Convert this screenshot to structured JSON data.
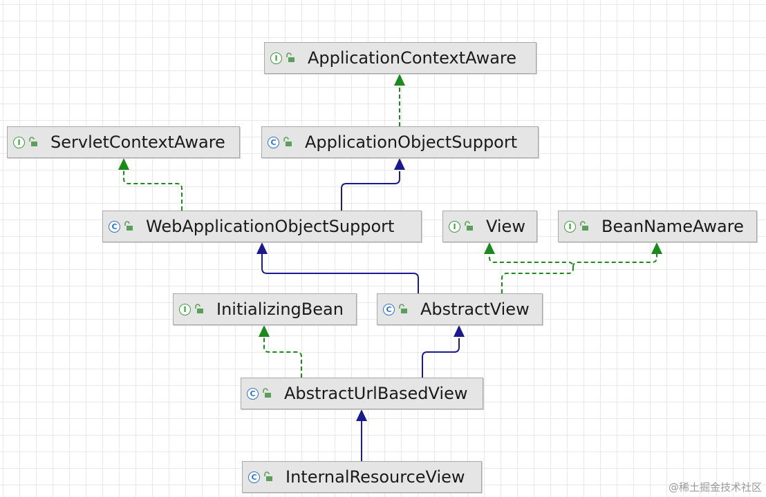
{
  "nodes": {
    "application_context_aware": {
      "name": "ApplicationContextAware",
      "kind": "interface",
      "badge": "I"
    },
    "servlet_context_aware": {
      "name": "ServletContextAware",
      "kind": "interface",
      "badge": "I"
    },
    "application_object_support": {
      "name": "ApplicationObjectSupport",
      "kind": "class",
      "badge": "C"
    },
    "web_application_object_support": {
      "name": "WebApplicationObjectSupport",
      "kind": "class",
      "badge": "C"
    },
    "view": {
      "name": "View",
      "kind": "interface",
      "badge": "I"
    },
    "bean_name_aware": {
      "name": "BeanNameAware",
      "kind": "interface",
      "badge": "I"
    },
    "initializing_bean": {
      "name": "InitializingBean",
      "kind": "interface",
      "badge": "I"
    },
    "abstract_view": {
      "name": "AbstractView",
      "kind": "class",
      "badge": "C"
    },
    "abstract_url_based_view": {
      "name": "AbstractUrlBasedView",
      "kind": "class",
      "badge": "C"
    },
    "internal_resource_view": {
      "name": "InternalResourceView",
      "kind": "class",
      "badge": "C"
    }
  },
  "edges": [
    {
      "from": "application_object_support",
      "to": "application_context_aware",
      "type": "implements"
    },
    {
      "from": "web_application_object_support",
      "to": "servlet_context_aware",
      "type": "implements"
    },
    {
      "from": "web_application_object_support",
      "to": "application_object_support",
      "type": "extends"
    },
    {
      "from": "abstract_view",
      "to": "web_application_object_support",
      "type": "extends"
    },
    {
      "from": "abstract_view",
      "to": "view",
      "type": "implements"
    },
    {
      "from": "abstract_view",
      "to": "bean_name_aware",
      "type": "implements"
    },
    {
      "from": "abstract_url_based_view",
      "to": "initializing_bean",
      "type": "implements"
    },
    {
      "from": "abstract_url_based_view",
      "to": "abstract_view",
      "type": "extends"
    },
    {
      "from": "internal_resource_view",
      "to": "abstract_url_based_view",
      "type": "extends"
    }
  ],
  "colors": {
    "implements": "#1a8a1a",
    "extends": "#1a1a8c",
    "interface_badge": "#3c9b3c",
    "class_badge": "#2c73c6"
  },
  "icons": {
    "interface": "interface-icon",
    "class": "class-icon",
    "visibility": "public-lock-icon"
  },
  "watermark": "@稀土掘金技术社区"
}
